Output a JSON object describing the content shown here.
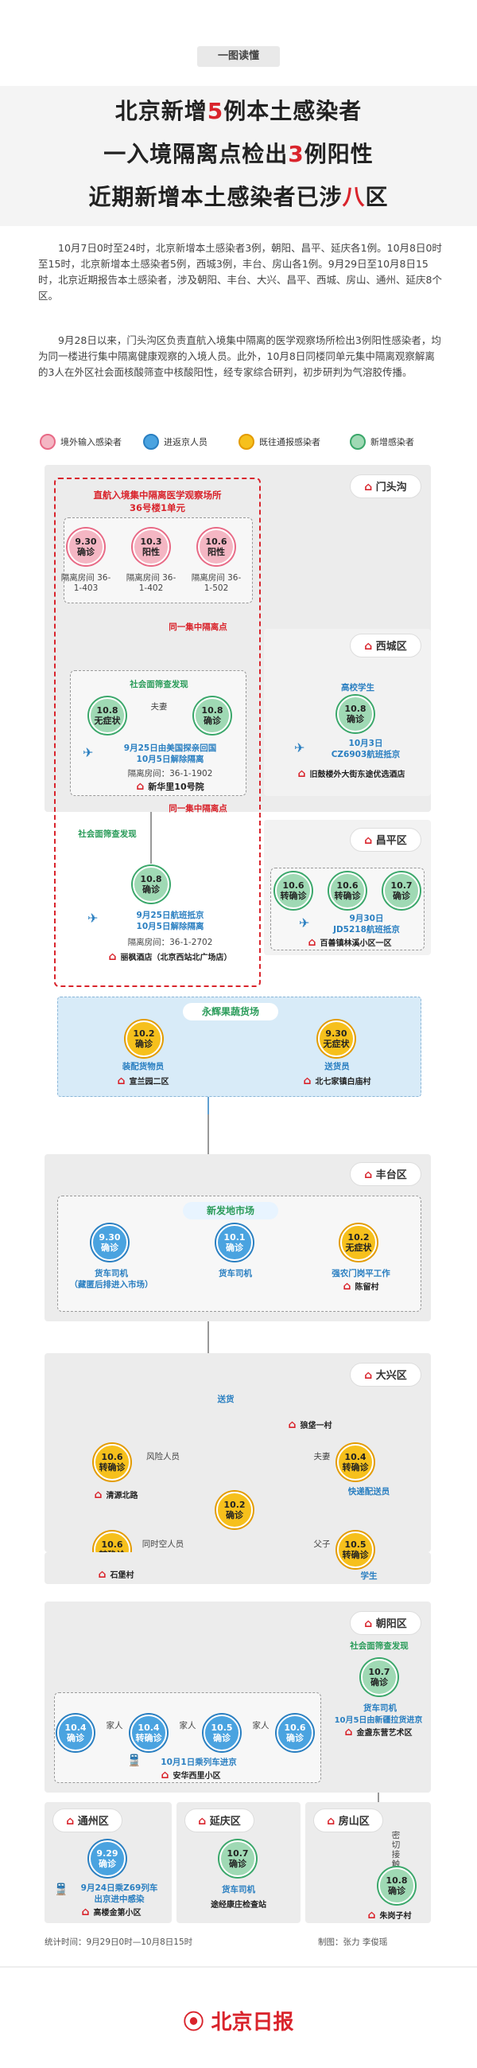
{
  "tag": "一图读懂",
  "headline": {
    "l1a": "北京新增",
    "l1n": "5",
    "l1b": "例本土感染者",
    "l2a": "一入境隔离点检出",
    "l2n": "3",
    "l2b": "例阳性",
    "l3a": "近期新增本土感染者已涉",
    "l3n": "八",
    "l3b": "区"
  },
  "para1": "10月7日0时至24时，北京新增本土感染者3例，朝阳、昌平、延庆各1例。10月8日0时至15时，北京新增本土感染者5例，西城3例，丰台、房山各1例。9月29日至10月8日15时，北京近期报告本土感染者，涉及朝阳、丰台、大兴、昌平、西城、房山、通州、延庆8个区。",
  "para2": "9月28日以来，门头沟区负责直航入境集中隔离的医学观察场所检出3例阳性感染者，均为同一楼进行集中隔离健康观察的入境人员。此外，10月8日同楼同单元集中隔离观察解离的3人在外区社会面核酸筛查中核酸阳性，经专家综合研判，初步研判为气溶胶传播。",
  "legend": [
    "境外输入感染者",
    "进返京人员",
    "既往通报感染者",
    "新增感染者"
  ],
  "colors": {
    "red": "#d9242c",
    "blue": "#2a7fc1",
    "green": "#2b9c5a",
    "yellow": "#f6c01c",
    "pink": "#f4b6c3"
  },
  "mentougou": {
    "district": "门头沟",
    "site_title1": "直航入境集中隔离医学观察场所",
    "site_title2": "36号楼1单元",
    "cases": [
      {
        "date": "9.30",
        "status": "确诊",
        "room": "隔离房间 36-1-403"
      },
      {
        "date": "10.3",
        "status": "阳性",
        "room": "隔离房间 36-1-402"
      },
      {
        "date": "10.6",
        "status": "阳性",
        "room": "隔离房间 36-1-502"
      }
    ],
    "same_point": "同一集中隔离点",
    "same_point2": "同一集中隔离点"
  },
  "xicheng": {
    "district": "西城区",
    "screen": "社会面筛查发现",
    "relation": "夫妻",
    "c1": {
      "date": "10.8",
      "status": "无症状"
    },
    "c2": {
      "date": "10.8",
      "status": "确诊"
    },
    "travel1": "9月25日由美国探亲回国",
    "travel2": "10月5日解除隔离",
    "room": "隔离房间：36-1-1902",
    "place": "新华里10号院",
    "student": "高校学生",
    "c3": {
      "date": "10.8",
      "status": "确诊"
    },
    "flight1": "10月3日",
    "flight2": "CZ6903航班抵京",
    "place2": "旧鼓楼外大街东途优选酒店"
  },
  "changping": {
    "district": "昌平区",
    "screen": "社会面筛查发现",
    "c1": {
      "date": "10.8",
      "status": "确诊"
    },
    "travel1": "9月25日航班抵京",
    "travel2": "10月5日解除隔离",
    "room": "隔离房间：36-1-2702",
    "hotel": "丽枫酒店（北京西站北广场店）",
    "cases": [
      {
        "date": "10.6",
        "status": "转确诊"
      },
      {
        "date": "10.6",
        "status": "转确诊"
      },
      {
        "date": "10.7",
        "status": "确诊"
      }
    ],
    "flight1": "9月30日",
    "flight2": "JD5218航班抵京",
    "place": "百善镇林溪小区一区"
  },
  "yonghui": {
    "title": "永辉果蔬货场",
    "c1": {
      "date": "10.2",
      "status": "确诊"
    },
    "role1": "装配货物员",
    "place1": "宣兰园二区",
    "c2": {
      "date": "9.30",
      "status": "无症状"
    },
    "role2": "送货员",
    "place2": "北七家镇白庙村"
  },
  "fengtai": {
    "district": "丰台区",
    "market": "新发地市场",
    "cases": [
      {
        "date": "9.30",
        "status": "确诊",
        "role": "货车司机",
        "note": "（藏匿后排进入市场）"
      },
      {
        "date": "10.1",
        "status": "确诊",
        "role": "货车司机",
        "note": ""
      },
      {
        "date": "10.2",
        "status": "无症状",
        "role": "强农门岗平工作",
        "note": "陈留村"
      }
    ]
  },
  "daxing": {
    "district": "大兴区",
    "deliver": "送货",
    "village": "狼垡一村",
    "center": {
      "date": "10.2",
      "status": "确诊"
    },
    "left": [
      {
        "date": "10.6",
        "status": "转确诊",
        "rel": "风险人员",
        "place": "清源北路"
      },
      {
        "date": "10.6",
        "status": "转确诊",
        "rel": "同时空人员",
        "place": "石堡村"
      }
    ],
    "right": [
      {
        "date": "10.4",
        "status": "转确诊",
        "rel": "夫妻",
        "place": "快递配送员"
      },
      {
        "date": "10.5",
        "status": "转确诊",
        "rel": "父子",
        "place": "学生"
      }
    ]
  },
  "chaoyang": {
    "district": "朝阳区",
    "cases": [
      {
        "date": "10.4",
        "status": "确诊"
      },
      {
        "date": "10.4",
        "status": "转确诊"
      },
      {
        "date": "10.5",
        "status": "确诊"
      },
      {
        "date": "10.6",
        "status": "确诊"
      }
    ],
    "family": "家人",
    "train": "10月1日乘列车进京",
    "place": "安华西里小区",
    "screen": "社会面筛查发现",
    "c5": {
      "date": "10.7",
      "status": "确诊"
    },
    "driver": "货车司机",
    "driver2": "10月5日由新疆拉货进京",
    "art": "金盏东营艺术区"
  },
  "tongzhou": {
    "district": "通州区",
    "c": {
      "date": "9.29",
      "status": "确诊"
    },
    "t1": "9月24日乘Z69列车",
    "t2": "出京进中感染",
    "place": "高楼金第小区"
  },
  "yanqing": {
    "district": "延庆区",
    "c": {
      "date": "10.7",
      "status": "确诊"
    },
    "role": "货车司机",
    "place": "途经康庄检查站"
  },
  "fangshan": {
    "district": "房山区",
    "contact": "密切接触者",
    "c": {
      "date": "10.8",
      "status": "确诊"
    },
    "place": "朱岗子村"
  },
  "footer": {
    "stat": "统计时间：9月29日0时—10月8日15时",
    "credit": "制图：张力 李俊瑶",
    "logo": "北京日报"
  }
}
